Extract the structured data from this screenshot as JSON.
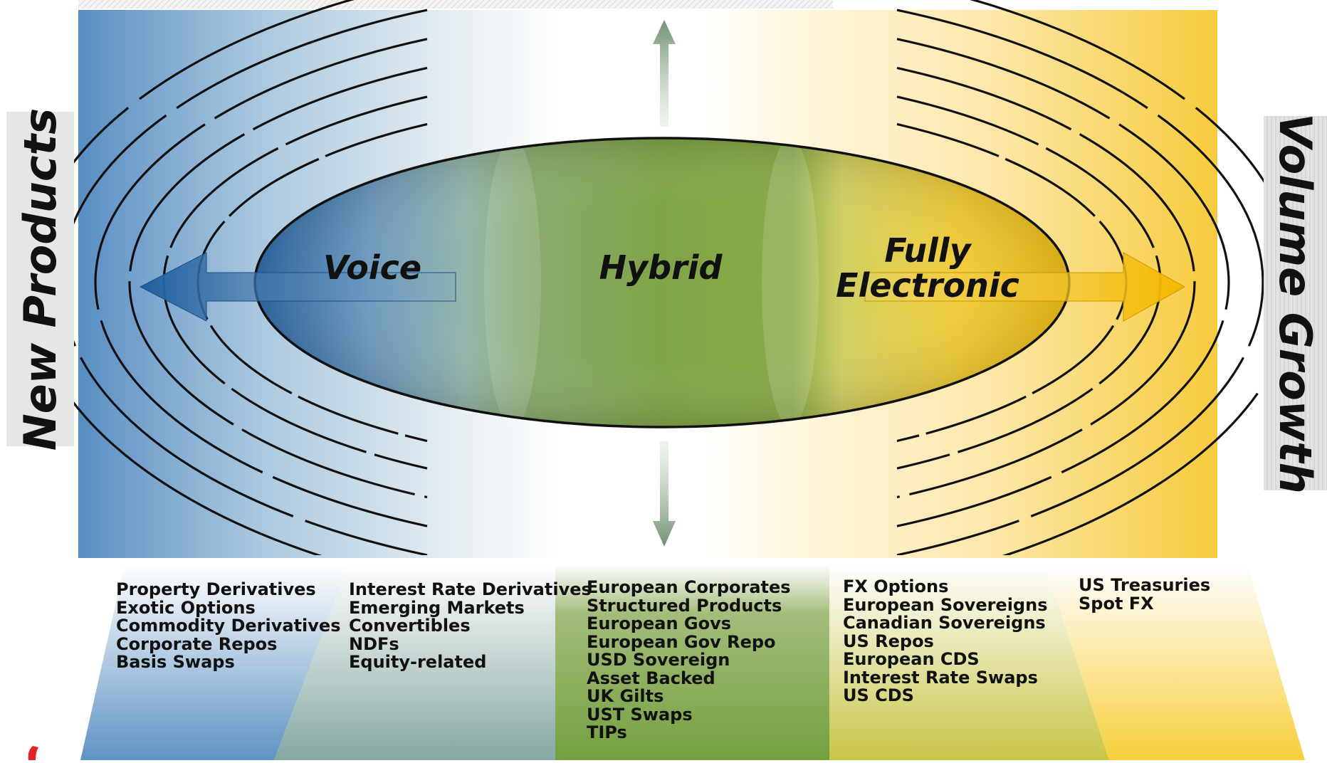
{
  "side_labels": {
    "left": "New Products",
    "right": "Volume Growth"
  },
  "zones": {
    "voice": "Voice",
    "hybrid": "Hybrid",
    "fully_electronic_line1": "Fully",
    "fully_electronic_line2": "Electronic"
  },
  "columns": [
    {
      "items": [
        "Property Derivatives",
        "Exotic Options",
        "Commodity Derivatives",
        "Corporate Repos",
        "Basis Swaps"
      ]
    },
    {
      "items": [
        "Interest Rate Derivatives",
        "Emerging Markets",
        "Convertibles",
        "NDFs",
        "Equity-related"
      ]
    },
    {
      "items": [
        "European Corporates",
        "Structured Products",
        "European Govs",
        "European Gov Repo",
        "USD Sovereign",
        "Asset Backed",
        "UK Gilts",
        "UST Swaps",
        "TIPs"
      ]
    },
    {
      "items": [
        "FX Options",
        "European Sovereigns",
        "Canadian Sovereigns",
        "US Repos",
        "European CDS",
        "Interest Rate Swaps",
        "US CDS"
      ]
    },
    {
      "items": [
        "US Treasuries",
        "Spot FX"
      ]
    }
  ],
  "colors": {
    "blue": "#2e6fb0",
    "teal": "#7fa6a0",
    "green": "#7ea24a",
    "yellow": "#f5c518",
    "arrow_green": "#7f9c7a",
    "label_panel": "#e6e6e6",
    "red_accent": "#e0242a"
  }
}
